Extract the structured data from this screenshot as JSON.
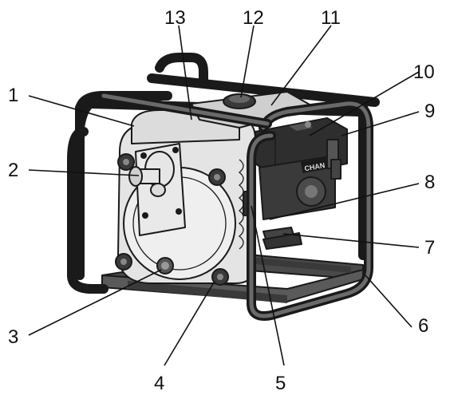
{
  "callouts": [
    {
      "id": "1",
      "text": "1"
    },
    {
      "id": "2",
      "text": "2"
    },
    {
      "id": "3",
      "text": "3"
    },
    {
      "id": "4",
      "text": "4"
    },
    {
      "id": "5",
      "text": "5"
    },
    {
      "id": "6",
      "text": "6"
    },
    {
      "id": "7",
      "text": "7"
    },
    {
      "id": "8",
      "text": "8"
    },
    {
      "id": "9",
      "text": "9"
    },
    {
      "id": "10",
      "text": "10"
    },
    {
      "id": "11",
      "text": "11"
    },
    {
      "id": "12",
      "text": "12"
    },
    {
      "id": "13",
      "text": "13"
    }
  ],
  "colors": {
    "frame": "#1a1a1a",
    "pump_body": "#e6e6e6",
    "engine_dark": "#2e2e2e",
    "label": "#111111"
  },
  "engine_badge": "CHAN"
}
